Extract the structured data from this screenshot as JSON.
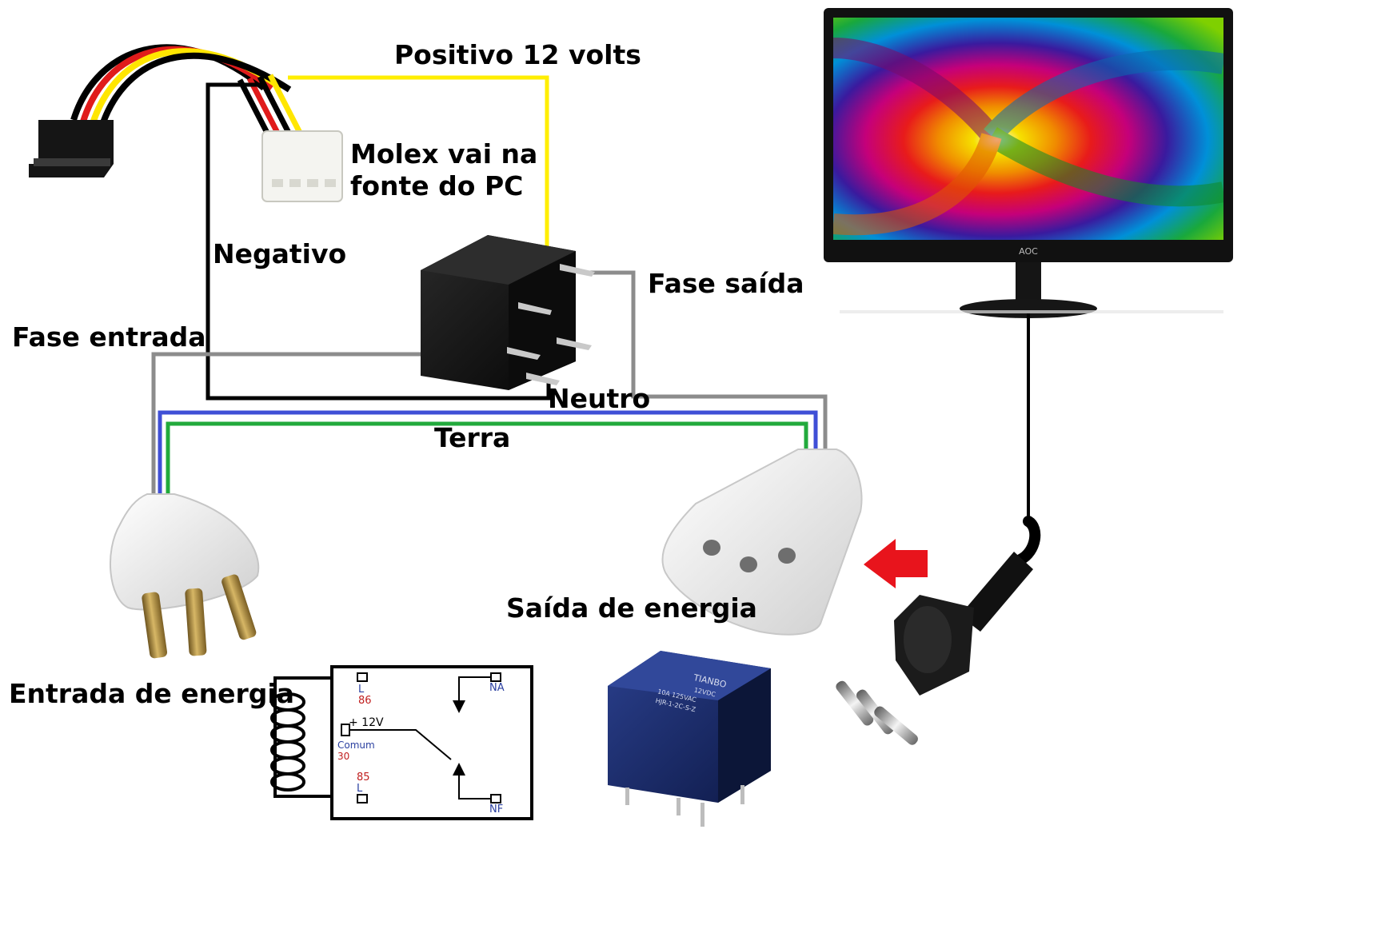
{
  "labels": {
    "positive_12v": "Positivo 12 volts",
    "molex_line1": "Molex vai na",
    "molex_line2": "fonte do PC",
    "negative": "Negativo",
    "phase_out": "Fase saída",
    "phase_in": "Fase entrada",
    "neutral": "Neutro",
    "ground": "Terra",
    "power_out": "Saída de energia",
    "power_in": "Entrada de energia"
  },
  "schematic": {
    "l86_a": "L",
    "l86_b": "86",
    "na": "NA",
    "plus12v": "+ 12V",
    "common_a": "Comum",
    "common_b": "30",
    "l85_a": "85",
    "l85_b": "L",
    "nf": "NF"
  },
  "relay_print": {
    "line1": "TIANBO",
    "line2": "12VDC",
    "line3": "10A 125VAC",
    "line4": "HJR-1-2C-S-Z"
  },
  "monitor_brand": "AOC",
  "colors": {
    "positive": "#ffee00",
    "negative": "#000000",
    "phase": "#8c8c8c",
    "neutral_blue": "#3f4fd6",
    "ground_green": "#22aa3c",
    "arrow": "#e8141c"
  }
}
